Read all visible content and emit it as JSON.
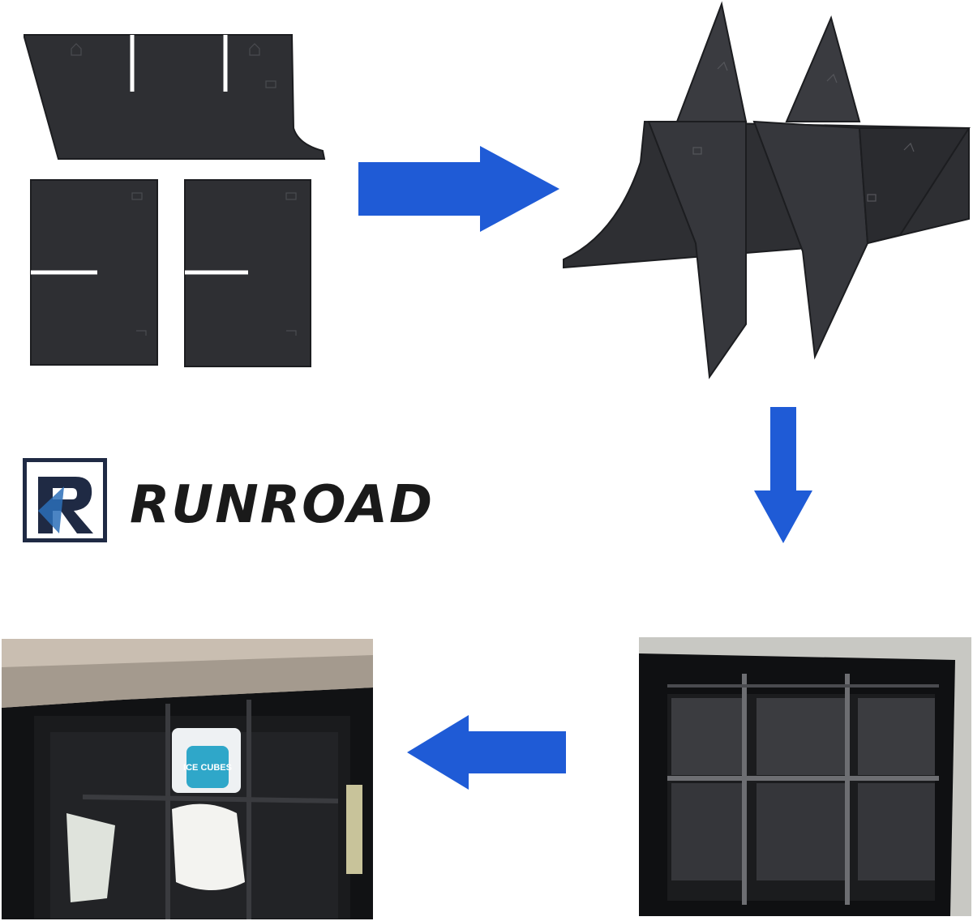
{
  "colors": {
    "arrow": "#1f5bd6",
    "panel": "#2e2f33",
    "panel_edge": "#1c1d20",
    "logo_frame": "#1f2a44",
    "logo_text": "#1a1a1a"
  },
  "brand": {
    "name": "RUNROAD",
    "mark": "R"
  },
  "steps": [
    {
      "name": "flat-panels",
      "icon": "panel-pieces-image"
    },
    {
      "name": "assembled-divider",
      "icon": "assembled-divider-image"
    },
    {
      "name": "installed-in-console",
      "icon": "console-install-image"
    },
    {
      "name": "in-use-with-items",
      "icon": "console-in-use-image"
    }
  ],
  "arrows": [
    {
      "name": "arrow-right",
      "direction": "right"
    },
    {
      "name": "arrow-down",
      "direction": "down"
    },
    {
      "name": "arrow-left",
      "direction": "left"
    }
  ],
  "product_labels": {
    "gum_brand": "ICE CUBES"
  }
}
